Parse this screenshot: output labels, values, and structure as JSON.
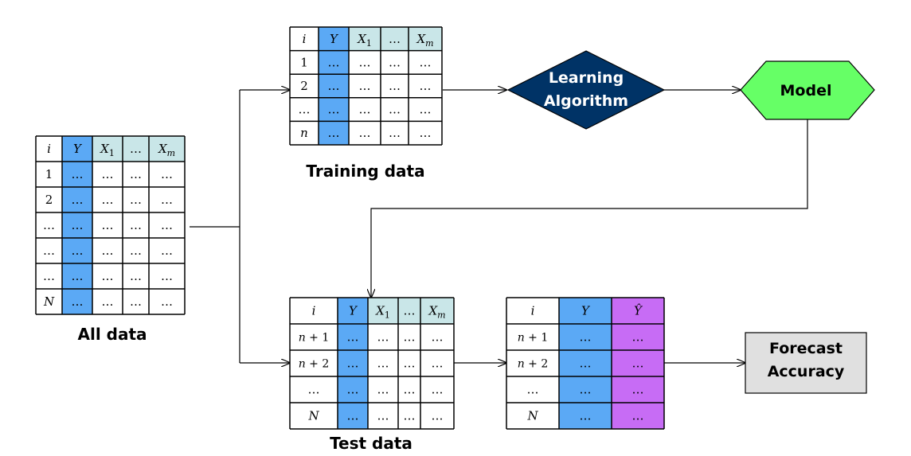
{
  "colors": {
    "header_cell": "#c9e6e8",
    "y_column": "#5ba9f5",
    "yhat_column": "#c76cf5",
    "learning_fill": "#003366",
    "model_fill": "#66ff66",
    "accuracy_fill": "#e0e0e0",
    "line": "#000000"
  },
  "tables": {
    "all_data": {
      "caption": "All data",
      "header": [
        "i",
        "Y",
        "X1",
        "…",
        "Xm"
      ],
      "rows": [
        [
          "1",
          "…",
          "…",
          "…",
          "…"
        ],
        [
          "2",
          "…",
          "…",
          "…",
          "…"
        ],
        [
          "…",
          "…",
          "…",
          "…",
          "…"
        ],
        [
          "…",
          "…",
          "…",
          "…",
          "…"
        ],
        [
          "…",
          "…",
          "…",
          "…",
          "…"
        ],
        [
          "N",
          "…",
          "…",
          "…",
          "…"
        ]
      ]
    },
    "training_data": {
      "caption": "Training data",
      "header": [
        "i",
        "Y",
        "X1",
        "…",
        "Xm"
      ],
      "rows": [
        [
          "1",
          "…",
          "…",
          "…",
          "…"
        ],
        [
          "2",
          "…",
          "…",
          "…",
          "…"
        ],
        [
          "…",
          "…",
          "…",
          "…",
          "…"
        ],
        [
          "n",
          "…",
          "…",
          "…",
          "…"
        ]
      ]
    },
    "test_data": {
      "caption": "Test data",
      "header": [
        "i",
        "Y",
        "X1",
        "…",
        "Xm"
      ],
      "rows": [
        [
          "n + 1",
          "…",
          "…",
          "…",
          "…"
        ],
        [
          "n + 2",
          "…",
          "…",
          "…",
          "…"
        ],
        [
          "…",
          "…",
          "…",
          "…",
          "…"
        ],
        [
          "N",
          "…",
          "…",
          "…",
          "…"
        ]
      ]
    },
    "forecast_table": {
      "header": [
        "i",
        "Y",
        "Ŷ"
      ],
      "rows": [
        [
          "n + 1",
          "…",
          "…"
        ],
        [
          "n + 2",
          "…",
          "…"
        ],
        [
          "…",
          "…",
          "…"
        ],
        [
          "N",
          "…",
          "…"
        ]
      ]
    }
  },
  "nodes": {
    "learning_algorithm": [
      "Learning",
      "Algorithm"
    ],
    "model": "Model",
    "forecast_accuracy": [
      "Forecast",
      "Accuracy"
    ]
  }
}
